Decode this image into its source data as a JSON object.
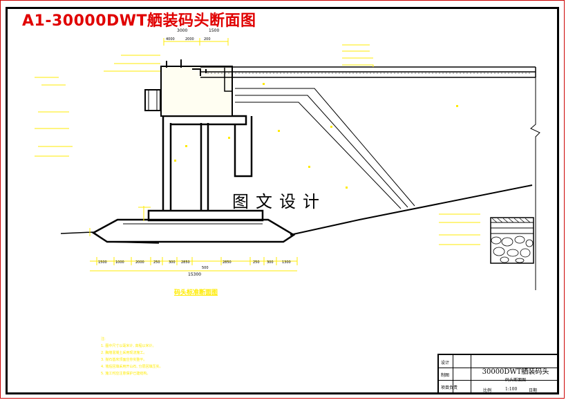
{
  "title": "A1-30000DWT舾装码头断面图",
  "watermark": "图文设计",
  "section_title": "码头标准断面图",
  "dimensions": {
    "top": [
      "3000",
      "1500",
      "4000",
      "2000",
      "200"
    ],
    "bottom": [
      "1500",
      "1000",
      "2000",
      "250",
      "300",
      "2850",
      "2850",
      "250",
      "300",
      "1300"
    ],
    "bottom_sub": "500",
    "total": "15300"
  },
  "notes": [
    "注:",
    "1. 图中尺寸以毫米计, 高程以米计。",
    "2. 胸墙混凝土采用现浇施工。",
    "3. 抛石基床顶面应夯实整平。",
    "4. 墙后回填采用开山石, 分层回填压实。",
    "5. 施工时应注意保护已建结构。"
  ],
  "title_block": {
    "labels": [
      "设计",
      "制图",
      "项目负责"
    ],
    "project": "30000DWT舾装码头",
    "drawing": "码头断面图",
    "scale_label": "比例",
    "scale": "1:100",
    "date_label": "日期"
  },
  "colors": {
    "title": "#e00000",
    "annotation": "#ffeb00",
    "line": "#000000"
  }
}
